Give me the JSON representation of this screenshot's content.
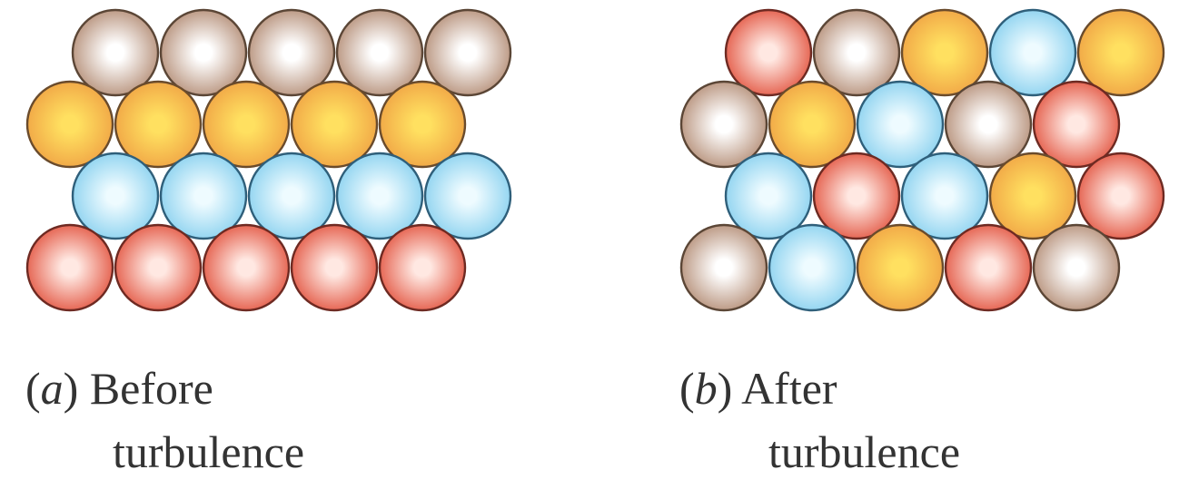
{
  "colors": {
    "brown": {
      "stroke": "#5b4636",
      "base": "#b58f78",
      "light": "#ffffff"
    },
    "orange": {
      "stroke": "#6a4b2c",
      "base": "#f0a445",
      "light": "#ffe060"
    },
    "blue": {
      "stroke": "#2f5f7a",
      "base": "#8ad1ef",
      "light": "#eefbff"
    },
    "red": {
      "stroke": "#6e2a22",
      "base": "#e35844",
      "light": "#ffe8e2"
    },
    "caption": "#333333"
  },
  "panels": [
    {
      "id": "before",
      "caption": {
        "label": "a",
        "line1": "Before",
        "line2": "turbulence"
      },
      "rows": [
        [
          "brown",
          "brown",
          "brown",
          "brown",
          "brown"
        ],
        [
          "orange",
          "orange",
          "orange",
          "orange",
          "orange"
        ],
        [
          "blue",
          "blue",
          "blue",
          "blue",
          "blue"
        ],
        [
          "red",
          "red",
          "red",
          "red",
          "red"
        ]
      ]
    },
    {
      "id": "after",
      "caption": {
        "label": "b",
        "line1": "After",
        "line2": "turbulence"
      },
      "rows": [
        [
          "red",
          "brown",
          "orange",
          "blue",
          "orange"
        ],
        [
          "brown",
          "orange",
          "blue",
          "brown",
          "red"
        ],
        [
          "blue",
          "red",
          "blue",
          "orange",
          "red"
        ],
        [
          "brown",
          "blue",
          "orange",
          "red",
          "brown"
        ]
      ]
    }
  ]
}
